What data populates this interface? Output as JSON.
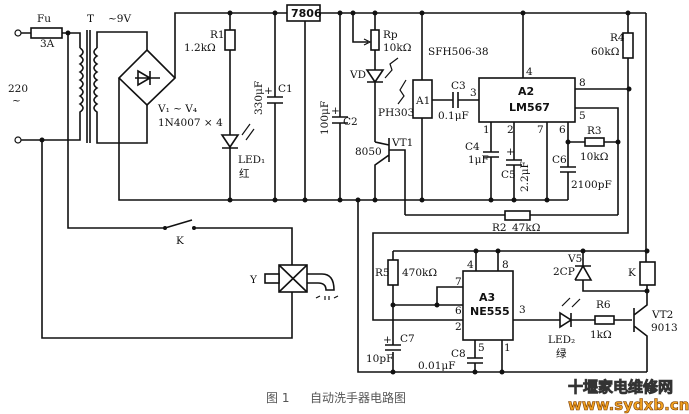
{
  "labels": {
    "fuse": "Fu",
    "fuse_value": "3A",
    "transformer": "T",
    "secondary_voltage": "~9V",
    "mains": "220",
    "mains_ac": "~",
    "bridge": "V₁ ~ V₄",
    "bridge_part": "1N4007 × 4",
    "r1": "R1",
    "r1_value": "1.2kΩ",
    "led1": "LED₁",
    "led1_color": "红",
    "c1": "C1",
    "c1_value": "330μF",
    "regulator": "7806",
    "c2": "C2",
    "c2_value": "100μF",
    "rp": "Rp",
    "rp_value": "10kΩ",
    "vd": "VD",
    "vd_part": "PH303",
    "vt1": "VT1",
    "vt1_part": "8050",
    "a1": "A1",
    "a1_part": "SFH506-38",
    "c3": "C3",
    "c3_value": "0.1μF",
    "a2": "A2",
    "a2_part": "LM567",
    "a2_pins": [
      "4",
      "8",
      "5",
      "3",
      "1",
      "2",
      "7",
      "6"
    ],
    "c4": "C4",
    "c4_value": "1μF",
    "c5": "C5",
    "c5_value": "2.2μF",
    "c6": "C6",
    "c6_value": "2100pF",
    "r3": "R3",
    "r3_value": "10kΩ",
    "r4": "R4",
    "r4_value": "60kΩ",
    "r2": "R2",
    "r2_value": "47kΩ",
    "switch_k": "K",
    "valve": "Y",
    "r5": "R5",
    "r5_value": "470kΩ",
    "a3": "A3",
    "a3_part": "NE555",
    "a3_pins": [
      "4",
      "8",
      "7",
      "6",
      "2",
      "3",
      "5",
      "1"
    ],
    "c7": "C7",
    "c7_value": "10pF",
    "c8": "C8",
    "c8_value": "0.01μF",
    "v5": "V5",
    "v5_part": "2CP",
    "relay_k": "K",
    "led2": "LED₂",
    "led2_color": "绿",
    "r6": "R6",
    "r6_value": "1kΩ",
    "vt2": "VT2",
    "vt2_part": "9013",
    "plus": "+"
  },
  "caption": {
    "figure": "图 1",
    "title": "自动洗手器电路图"
  },
  "watermark": {
    "line1": "十堰家电维修网",
    "line2": "www.sydxb.cn"
  }
}
